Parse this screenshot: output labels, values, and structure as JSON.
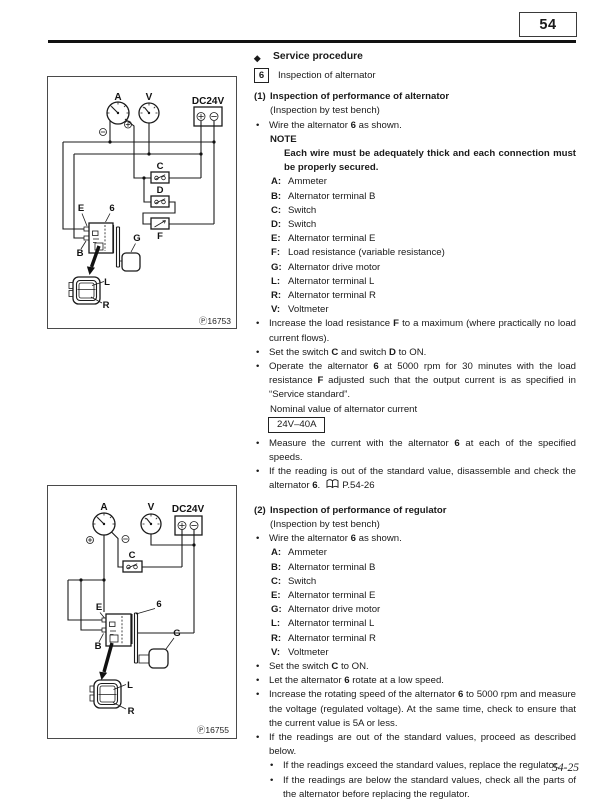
{
  "page": {
    "tag": "54",
    "footer": "54-25",
    "bullet": "•"
  },
  "heading": {
    "diamond": "◆",
    "title": "Service procedure",
    "step_no": "6",
    "step_title": "Inspection of alternator"
  },
  "sec1": {
    "num": "(1)",
    "title": "Inspection of performance of alternator",
    "sub": "(Inspection by test bench)",
    "wire": [
      "Wire the alternator ",
      {
        "b": "6"
      },
      " as shown."
    ],
    "note_label": "NOTE",
    "note_text": "Each wire must be adequately thick and each connection must be properly secured.",
    "defs": [
      {
        "k": "A:",
        "v": "Ammeter"
      },
      {
        "k": "B:",
        "v": "Alternator terminal B"
      },
      {
        "k": "C:",
        "v": "Switch"
      },
      {
        "k": "D:",
        "v": "Switch"
      },
      {
        "k": "E:",
        "v": "Alternator terminal E"
      },
      {
        "k": "F:",
        "v": "Load resistance (variable resistance)"
      },
      {
        "k": "G:",
        "v": "Alternator drive motor"
      },
      {
        "k": "L:",
        "v": "Alternator terminal L"
      },
      {
        "k": "R:",
        "v": "Alternator terminal R"
      },
      {
        "k": "V:",
        "v": "Voltmeter"
      }
    ],
    "b_increase": [
      "Increase the load resistance ",
      {
        "b": "F"
      },
      " to a maximum (where practically no load current flows)."
    ],
    "b_switch": [
      "Set the switch ",
      {
        "b": "C"
      },
      " and switch ",
      {
        "b": "D"
      },
      " to ON."
    ],
    "b_operate": [
      "Operate the alternator ",
      {
        "b": "6"
      },
      " at 5000 rpm for 30 minutes with the load resistance ",
      {
        "b": "F"
      },
      " adjusted such that the output current is as specified in “Service standard”."
    ],
    "nominal_label": "Nominal value of alternator current",
    "nominal_value": "24V–40A",
    "b_measure": [
      "Measure the current with the alternator ",
      {
        "b": "6"
      },
      " at each of the specified speeds."
    ],
    "b_reading": [
      "If the reading is out of the standard value, disassemble and check the alternator ",
      {
        "b": "6"
      },
      "."
    ],
    "ref": "P.54-26"
  },
  "sec2": {
    "num": "(2)",
    "title": "Inspection of performance of regulator",
    "sub": "(Inspection by test bench)",
    "wire": [
      "Wire the alternator ",
      {
        "b": "6"
      },
      " as shown."
    ],
    "defs": [
      {
        "k": "A:",
        "v": "Ammeter"
      },
      {
        "k": "B:",
        "v": "Alternator terminal B"
      },
      {
        "k": "C:",
        "v": "Switch"
      },
      {
        "k": "E:",
        "v": "Alternator terminal E"
      },
      {
        "k": "G:",
        "v": "Alternator drive motor"
      },
      {
        "k": "L:",
        "v": "Alternator terminal L"
      },
      {
        "k": "R:",
        "v": "Alternator terminal R"
      },
      {
        "k": "V:",
        "v": "Voltmeter"
      }
    ],
    "b_setc": [
      "Set the switch ",
      {
        "b": "C"
      },
      " to ON."
    ],
    "b_rotate": [
      "Let the alternator ",
      {
        "b": "6"
      },
      " rotate at a low speed."
    ],
    "b_increase": [
      "Increase the rotating speed of the alternator ",
      {
        "b": "6"
      },
      " to 5000 rpm and measure the voltage (regulated voltage).  At the same time, check to ensure that the current value is 5A or less."
    ],
    "b_out": [
      "If the readings are out of the standard values, proceed as described below."
    ],
    "sb_exceed": [
      "If the readings exceed the standard values, replace the regulator."
    ],
    "sb_below": [
      "If the readings are below the standard values, check all the parts of the alternator before replacing the regulator."
    ]
  },
  "diagram1": {
    "caption": "Ⓟ16753",
    "labels": {
      "a": "A",
      "v": "V",
      "dc": "DC24V",
      "c": "C",
      "d": "D",
      "f": "F",
      "e": "E",
      "six": "6",
      "b": "B",
      "g": "G",
      "l": "L",
      "r": "R"
    }
  },
  "diagram2": {
    "caption": "Ⓟ16755",
    "labels": {
      "a": "A",
      "v": "V",
      "dc": "DC24V",
      "c": "C",
      "e": "E",
      "six": "6",
      "b": "B",
      "g": "G",
      "l": "L",
      "r": "R"
    }
  }
}
